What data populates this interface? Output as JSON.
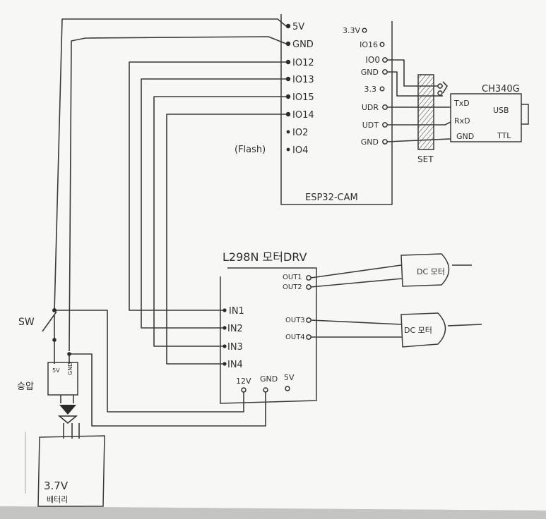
{
  "esp32": {
    "name": "ESP32-CAM",
    "flash_note": "(Flash)",
    "left_pins": [
      "5V",
      "GND",
      "IO12",
      "IO13",
      "IO15",
      "IO14",
      "IO2",
      "IO4"
    ],
    "right_pins": [
      "3.3V",
      "IO16",
      "IO0",
      "GND",
      "3.3",
      "UDR",
      "UDT",
      "GND"
    ]
  },
  "ch340": {
    "name": "CH340G",
    "pins": [
      "TxD",
      "RxD",
      "GND"
    ],
    "usb_label": "USB",
    "ttl_label": "TTL"
  },
  "set_label": "SET",
  "driver": {
    "name": "L298N 모터DRV",
    "outputs": [
      "OUT1",
      "OUT2",
      "OUT3",
      "OUT4"
    ],
    "inputs": [
      "IN1",
      "IN2",
      "IN3",
      "IN4"
    ],
    "power_pins": [
      "12V",
      "GND",
      "5V"
    ]
  },
  "motors": [
    "DC 모터",
    "DC 모터"
  ],
  "switch_label": "SW",
  "booster": {
    "label": "승압",
    "pins": [
      "5V",
      "GND"
    ]
  },
  "battery": {
    "voltage": "3.7V",
    "label": "배터리"
  }
}
